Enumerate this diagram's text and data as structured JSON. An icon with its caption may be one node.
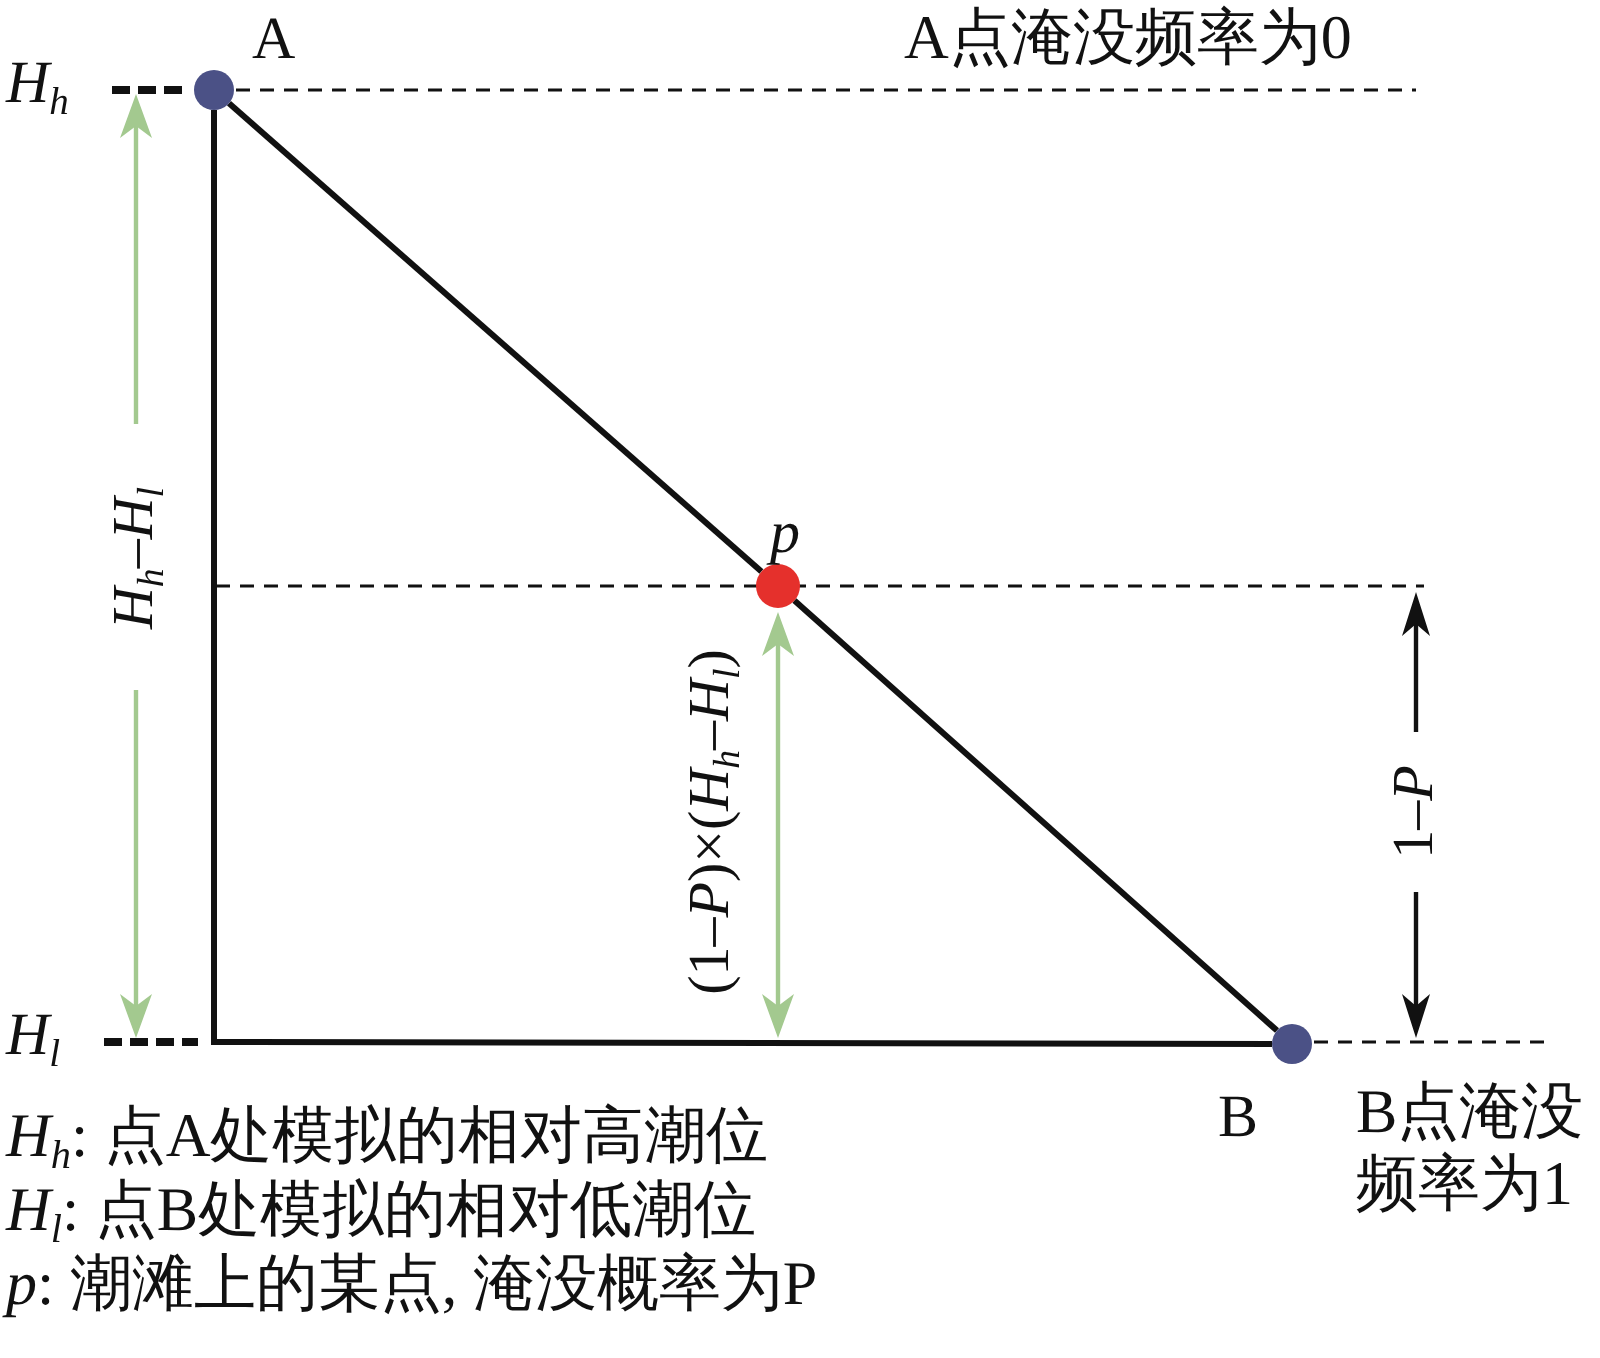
{
  "diagram": {
    "nodes": [
      {
        "text": [],
        "shape": "circle",
        "beside": [
          "A"
        ]
      },
      {
        "text": [],
        "shape": "circle",
        "beside": [
          "p"
        ]
      },
      {
        "text": [],
        "shape": "circle",
        "beside": [
          "B"
        ]
      }
    ],
    "edges": [
      {
        "from": 0,
        "to": 1,
        "arrow": "none"
      },
      {
        "from": 1,
        "to": 2,
        "arrow": "none"
      },
      {
        "from": 0,
        "to": 2,
        "arrow": "none"
      }
    ],
    "labels": [
      "H$_{h}$",
      "A点淹没频率为0",
      "H$_{h}$–H$_{l}$",
      "(1–*P*)×(*H*$_{h}$–*H*$_{l}$)",
      "1–*P*",
      "H$_{l}$",
      "B点淹没频率为1",
      "*H*$_{h}$: 点A处模拟的相对高潮位",
      "*H*$_{l}$: 点B处模拟的相对低潮位",
      "*p*: 潮滩上的某点, 淹没概率为P"
    ]
  }
}
